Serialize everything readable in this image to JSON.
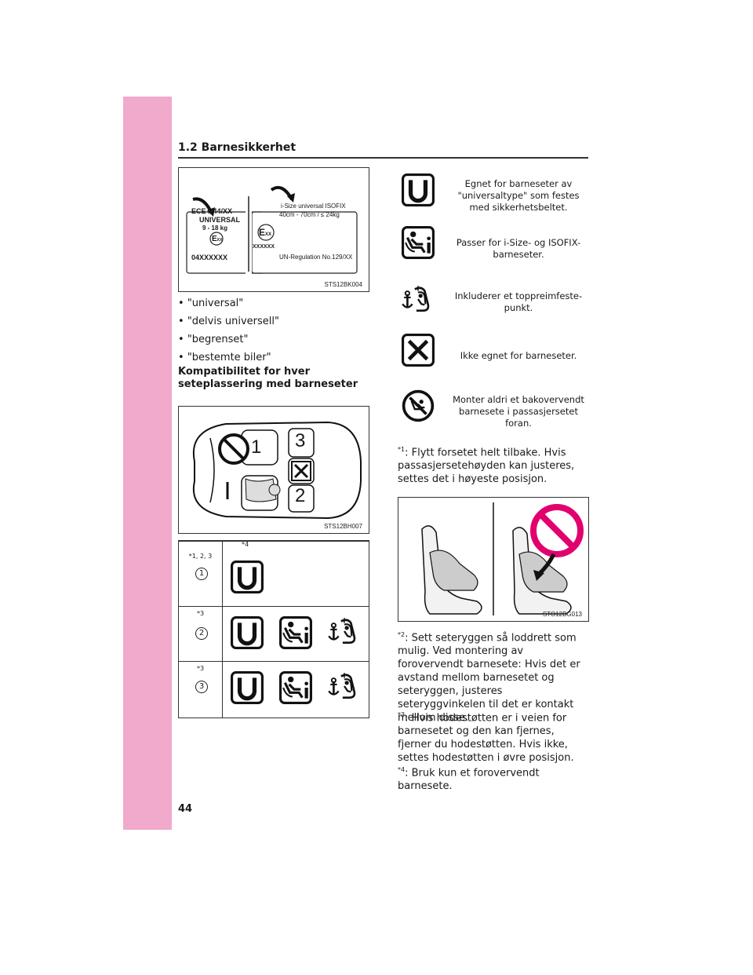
{
  "header": {
    "section_title": "1.2  Barnesikkerhet",
    "page_number": "44"
  },
  "figures": {
    "label": {
      "code": "STS12BK004",
      "left_panel": {
        "line1": "ECE R44/XX",
        "line2": "UNIVERSAL",
        "line3": "9 - 18 kg",
        "badge": "E",
        "badge_sub": "XX",
        "number": "04XXXXXX"
      },
      "right_panel": {
        "line1": "i-Size universal ISOFIX",
        "line2": "40cm - 70cm / ≤ 24kg",
        "badge": "E",
        "badge_sub": "XX",
        "number": "XXXXXX",
        "regulation": "UN-Regulation No.129/XX"
      }
    },
    "car": {
      "code": "STS12BH007",
      "seat_numbers": [
        "1",
        "2",
        "3"
      ]
    },
    "seat": {
      "code": "STO12BG013"
    }
  },
  "bullets": [
    "\"universal\"",
    "\"delvis universell\"",
    "\"begrenset\"",
    "\"bestemte biler\""
  ],
  "compat_heading": "Kompatibilitet for hver seteplassering med barneseter",
  "table": {
    "header_note": "*4",
    "rows": [
      {
        "note": "*1, 2, 3",
        "seat": "1",
        "icons": [
          "universal-icon"
        ]
      },
      {
        "note": "*3",
        "seat": "2",
        "icons": [
          "universal-icon",
          "isize-icon",
          "top-tether-icon"
        ]
      },
      {
        "note": "*3",
        "seat": "3",
        "icons": [
          "universal-icon",
          "isize-icon",
          "top-tether-icon"
        ]
      }
    ]
  },
  "legend": [
    {
      "icon": "universal-icon",
      "text": "Egnet for barneseter av \"universaltype\" som festes med sikkerhetsbeltet."
    },
    {
      "icon": "isize-icon",
      "text": "Passer for i-Size- og ISOFIX-barneseter."
    },
    {
      "icon": "top-tether-icon",
      "text": "Inkluderer et toppreimfeste-punkt."
    },
    {
      "icon": "not-suitable-icon",
      "text": "Ikke egnet for barneseter."
    },
    {
      "icon": "no-rear-facing-icon",
      "text": "Monter aldri et bakovervendt barnesete i passasjersetet foran."
    }
  ],
  "notes": [
    {
      "marker": "*1",
      "text": ": Flytt forsetet helt tilbake. Hvis passasjersetehøyden kan justeres, settes det i høyeste posisjon."
    },
    {
      "marker": "*2",
      "text": ": Sett seteryggen så loddrett som mulig. Ved montering av forovervendt barnesete: Hvis det er avstand mellom barnesetet og seteryggen, justeres seteryggvinkelen til det er kontakt mellom disse."
    },
    {
      "marker": "*3",
      "text": ": Hvis hodestøtten er i veien for barnesetet og den kan fjernes, fjerner du hodestøtten. Hvis ikke, settes hodestøtten i øvre posisjon."
    },
    {
      "marker": "*4",
      "text": ": Bruk kun et forovervendt barnesete."
    }
  ]
}
